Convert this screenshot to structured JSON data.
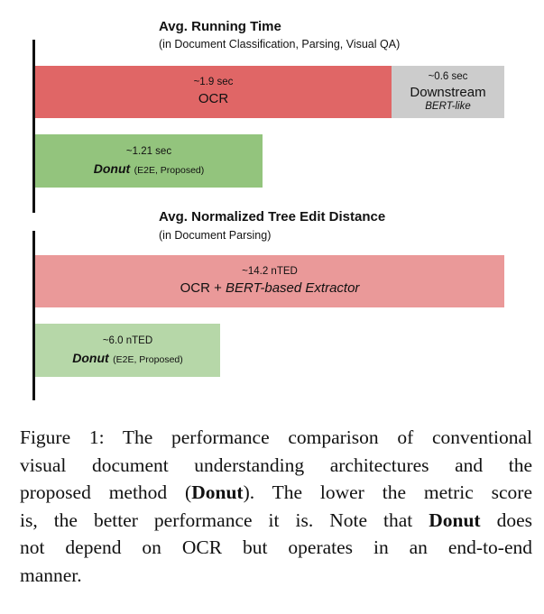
{
  "chart_data": [
    {
      "type": "bar",
      "orientation": "horizontal",
      "stacked": true,
      "title": "Avg. Running Time",
      "subtitle": "(in Document Classification,  Parsing, Visual QA)",
      "bars": [
        {
          "segments": [
            {
              "value_label": "~1.9 sec",
              "label": "OCR",
              "value": 1.9,
              "color": "#e06666"
            },
            {
              "value_label": "~0.6 sec",
              "label": "Downstream",
              "sublabel": "BERT-like",
              "value": 0.6,
              "color": "#cccccc"
            }
          ]
        },
        {
          "segments": [
            {
              "value_label": "~1.21 sec",
              "label": "Donut",
              "label_note": "(E2E, Proposed)",
              "value": 1.21,
              "color": "#93c47d"
            }
          ]
        }
      ],
      "xlim": [
        0,
        2.5
      ]
    },
    {
      "type": "bar",
      "orientation": "horizontal",
      "title": "Avg. Normalized Tree Edit Distance",
      "subtitle": "(in Document Parsing)",
      "bars": [
        {
          "value_label": "~14.2 nTED",
          "label_prefix": "OCR + ",
          "label_italic": "BERT-based Extractor",
          "value": 14.2,
          "color": "#ea9999"
        },
        {
          "value_label": "~6.0 nTED",
          "label": "Donut",
          "label_note": "(E2E, Proposed)",
          "value": 6.0,
          "color": "#b6d7a8"
        }
      ],
      "xlim": [
        0,
        14.2
      ]
    }
  ],
  "caption": {
    "lines": [
      [
        {
          "t": "Figure 1: The performance comparison of conventional"
        }
      ],
      [
        {
          "t": "visual document understanding architectures and the"
        }
      ],
      [
        {
          "t": "proposed method ("
        },
        {
          "t": "Donut",
          "b": true
        },
        {
          "t": "). The lower the metric score"
        }
      ],
      [
        {
          "t": "is, the better performance it is. Note that "
        },
        {
          "t": "Donut",
          "b": true
        },
        {
          "t": " does"
        }
      ],
      [
        {
          "t": "not depend on OCR but operates in an end-to-end"
        }
      ],
      [
        {
          "t": "manner."
        }
      ]
    ]
  }
}
